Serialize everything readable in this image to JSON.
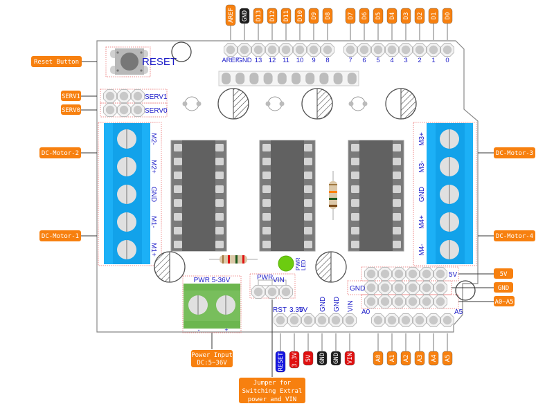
{
  "colors": {
    "orange": "#f7800f",
    "black": "#1e1e1e",
    "red": "#e01010",
    "blue_tag": "#1414e0",
    "label_blue": "#1a1ac8",
    "terminal_blue": "#1cb0f6",
    "terminal_green": "#6cb64f",
    "led_green": "#6ccc10",
    "chip": "#646464"
  },
  "top_header": {
    "pins": [
      "AREF",
      "GND",
      "13",
      "12",
      "11",
      "10",
      "9",
      "8",
      "7",
      "6",
      "5",
      "4",
      "3",
      "2",
      "1",
      "0"
    ],
    "tags": [
      {
        "text": "AREF",
        "color": "orange"
      },
      {
        "text": "GND",
        "color": "black"
      },
      {
        "text": "D13",
        "color": "orange"
      },
      {
        "text": "D12",
        "color": "orange"
      },
      {
        "text": "D11",
        "color": "orange"
      },
      {
        "text": "D10",
        "color": "orange"
      },
      {
        "text": "D9",
        "color": "orange"
      },
      {
        "text": "D8",
        "color": "orange"
      },
      {
        "text": "D7",
        "color": "orange"
      },
      {
        "text": "D6",
        "color": "orange"
      },
      {
        "text": "D5",
        "color": "orange"
      },
      {
        "text": "D4",
        "color": "orange"
      },
      {
        "text": "D3",
        "color": "orange"
      },
      {
        "text": "D2",
        "color": "orange"
      },
      {
        "text": "D1",
        "color": "orange"
      },
      {
        "text": "D0",
        "color": "orange"
      }
    ]
  },
  "reset": {
    "board_label": "RESET",
    "callout": "Reset Button"
  },
  "servo": {
    "serv1_label": "SERV1",
    "serv0_label": "SERV0",
    "serv1_callout": "SERV1",
    "serv0_callout": "SERV0"
  },
  "left_terminal": {
    "labels": [
      "M2-",
      "M2+",
      "GND",
      "M1-",
      "M1+"
    ],
    "callout_top": "DC-Motor-2",
    "callout_bottom": "DC-Motor-1"
  },
  "right_terminal": {
    "labels": [
      "M3+",
      "M3-",
      "GND",
      "M4+",
      "M4-"
    ],
    "callout_top": "DC-Motor-3",
    "callout_bottom": "DC-Motor-4"
  },
  "power_terminal": {
    "title": "PWR 5-36V",
    "minus": "-",
    "plus": "+",
    "callout_line1": "Power Input",
    "callout_line2": "DC:5~36V"
  },
  "jumper": {
    "pwr_label": "PWR",
    "vin_label": "VIN",
    "callout_line1": "Jumper for",
    "callout_line2": "Switching Extral",
    "callout_line3": "power and VIN"
  },
  "led": {
    "label_line1": "PWR",
    "label_line2": "LED"
  },
  "analog_block": {
    "row_5v": "5V",
    "row_gnd": "GND",
    "a0": "A0",
    "a5": "A5",
    "callout_5v": "5V",
    "callout_gnd": "GND",
    "callout_a": "A0~A5"
  },
  "bottom_header": {
    "power_labels": [
      "RST",
      "3.3V",
      "5V",
      "GND",
      "GND",
      "VIN"
    ],
    "power_tags": [
      {
        "text": "RESET",
        "color": "blue_tag"
      },
      {
        "text": "3.3V",
        "color": "red"
      },
      {
        "text": "5V",
        "color": "red"
      },
      {
        "text": "GND",
        "color": "black"
      },
      {
        "text": "GND",
        "color": "black"
      },
      {
        "text": "VIN",
        "color": "red"
      }
    ],
    "analog_tags": [
      {
        "text": "A0",
        "color": "orange"
      },
      {
        "text": "A1",
        "color": "orange"
      },
      {
        "text": "A2",
        "color": "orange"
      },
      {
        "text": "A3",
        "color": "orange"
      },
      {
        "text": "A4",
        "color": "orange"
      },
      {
        "text": "A5",
        "color": "orange"
      }
    ]
  }
}
